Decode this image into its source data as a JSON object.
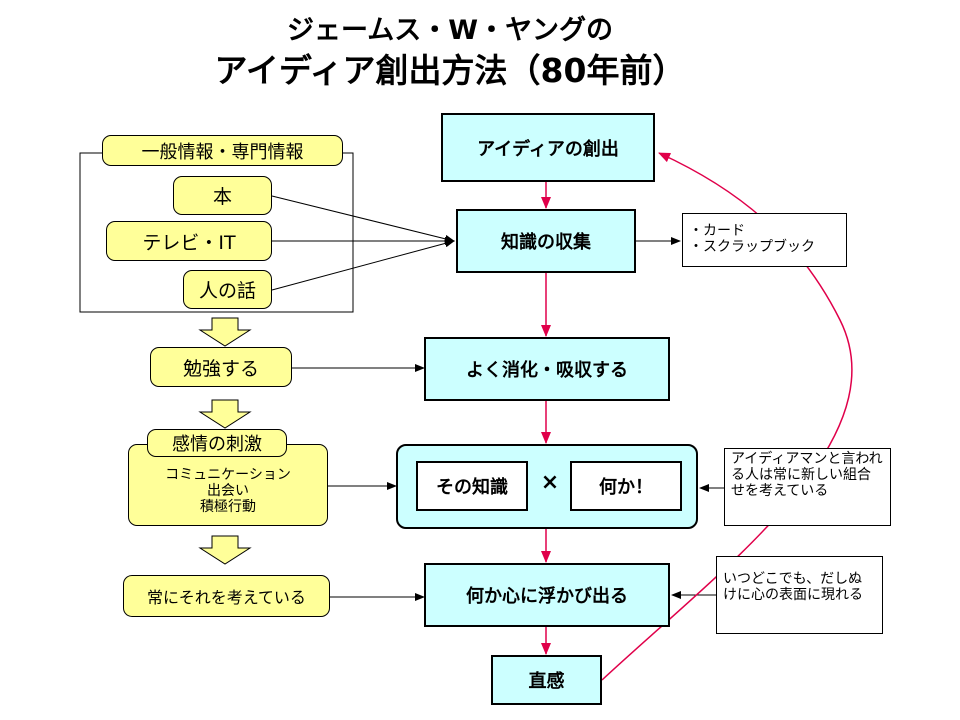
{
  "title": {
    "line1": "ジェームス・W・ヤングの",
    "line2": "アイディア創出方法（80年前）"
  },
  "left": {
    "group_label": "一般情報・専門情報",
    "sources": [
      "本",
      "テレビ・IT",
      "人の話"
    ],
    "study": "勉強する",
    "emotion_label": "感情の刺激",
    "emotion_items": [
      "コミュニケーション",
      "出会い",
      "積極行動"
    ],
    "always": "常にそれを考えている"
  },
  "center": {
    "steps": [
      "アイディアの創出",
      "知識の収集",
      "よく消化・吸収する",
      "何か心に浮かび出る",
      "直感"
    ],
    "combine": {
      "knowledge": "その知識",
      "times": "×",
      "something": "何か！"
    }
  },
  "notes": {
    "collect": [
      "・カード",
      "・スクラップブック"
    ],
    "ideaman": "アイディアマンと言われる人は常に新しい組合せを考えている",
    "anytime": "いつどこでも、だしぬけに心の表面に現れる"
  },
  "colors": {
    "cyan": "#ccffff",
    "yellow": "#ffff99",
    "red_arrow": "#e0004a"
  }
}
